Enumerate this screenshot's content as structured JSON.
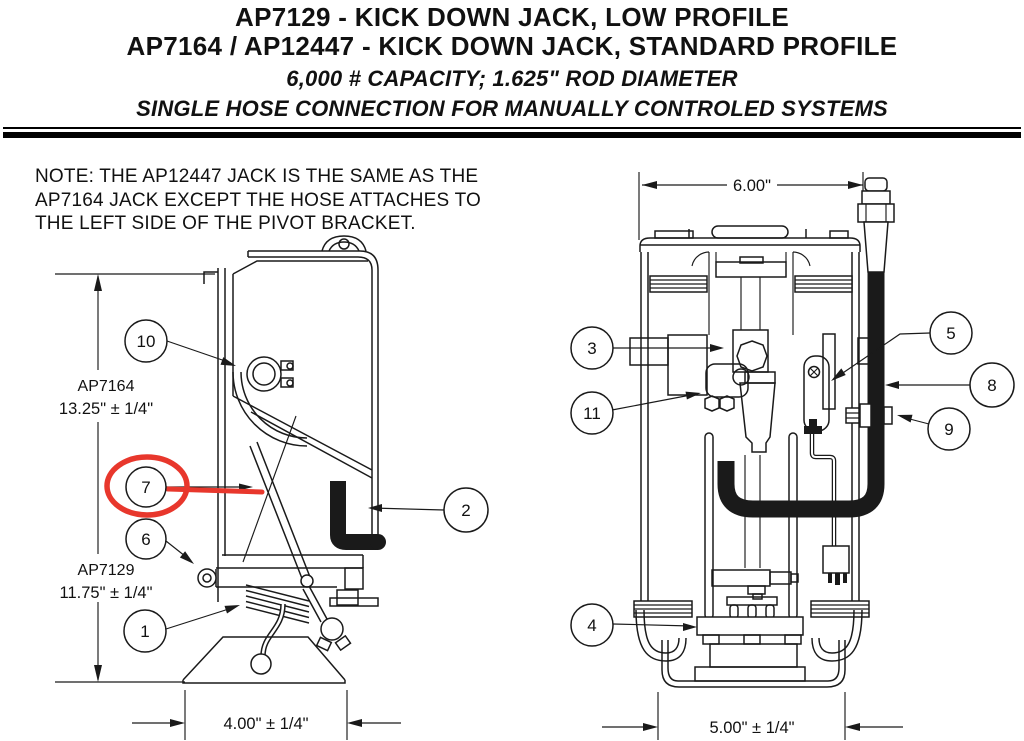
{
  "header": {
    "title_line1": "AP7129 - KICK DOWN JACK, LOW PROFILE",
    "title_line2": "AP7164 / AP12447 - KICK DOWN JACK, STANDARD PROFILE",
    "subtitle_line1": "6,000 # CAPACITY; 1.625\" ROD DIAMETER",
    "subtitle_line2": "SINGLE HOSE CONNECTION FOR MANUALLY CONTROLED SYSTEMS"
  },
  "note": {
    "lines": [
      "NOTE: THE AP12447 JACK IS THE SAME AS THE",
      "AP7164 JACK EXCEPT THE HOSE ATTACHES TO",
      "THE LEFT SIDE OF THE PIVOT BRACKET."
    ]
  },
  "left_view": {
    "dimensions": {
      "model_upper": "AP7164",
      "height_upper": "13.25\" ± 1/4\"",
      "model_lower": "AP7129",
      "height_lower": "11.75\" ± 1/4\"",
      "base_width": "4.00\" ± 1/4\""
    },
    "callouts": {
      "c10": "10",
      "c7": "7",
      "c6": "6",
      "c1": "1",
      "c2": "2"
    },
    "highlighted_callout": "7",
    "highlight_color": "#e8372c"
  },
  "right_view": {
    "dimensions": {
      "top_width": "6.00\"",
      "base_width": "5.00\" ± 1/4\""
    },
    "callouts": {
      "c3": "3",
      "c11": "11",
      "c5": "5",
      "c8": "8",
      "c9": "9",
      "c4": "4"
    }
  }
}
